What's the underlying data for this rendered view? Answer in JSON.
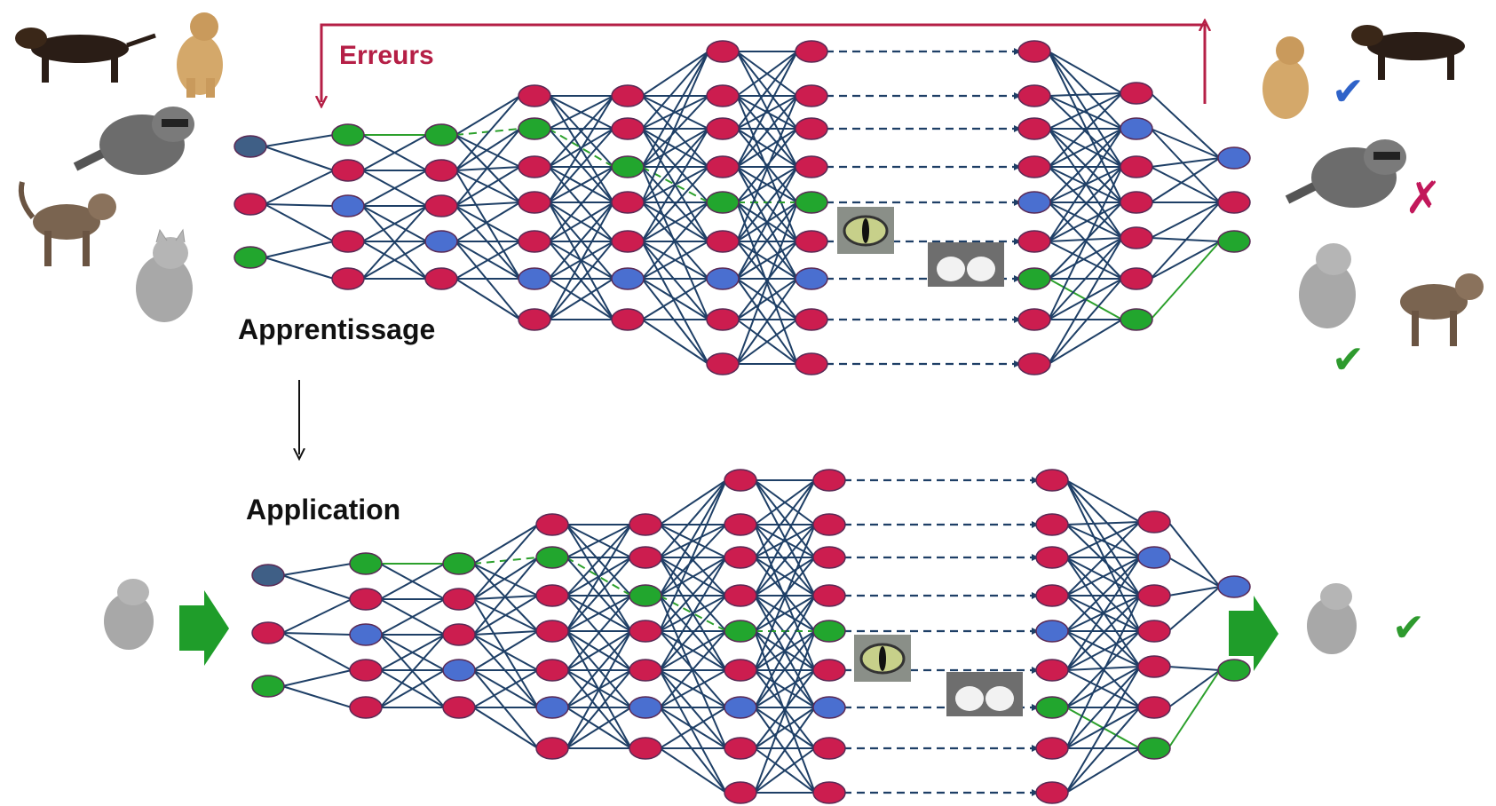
{
  "labels": {
    "errors": "Erreurs",
    "training": "Apprentissage",
    "application": "Application"
  },
  "marks": {
    "check": "✔",
    "cross": "✗"
  },
  "colors": {
    "node_red": "#cc1d4f",
    "node_blue": "#4a6fd0",
    "node_green": "#22a62e",
    "node_dark": "#3f5f86",
    "edge": "#1e3f66",
    "highlight_edge": "#2ca02c",
    "error_arrow": "#b51f46",
    "check_blue": "#2f63c9",
    "check_green": "#2e9a2e",
    "cross_red": "#c2185b",
    "arrow_green": "#1f9d2a"
  },
  "icons": {
    "animals_input": [
      "dachshund-icon",
      "labrador-icon",
      "raccoon-icon",
      "tabby-cat-icon",
      "grey-cat-icon"
    ],
    "features": [
      "cat-eye-feature-icon",
      "cat-paws-feature-icon"
    ]
  }
}
